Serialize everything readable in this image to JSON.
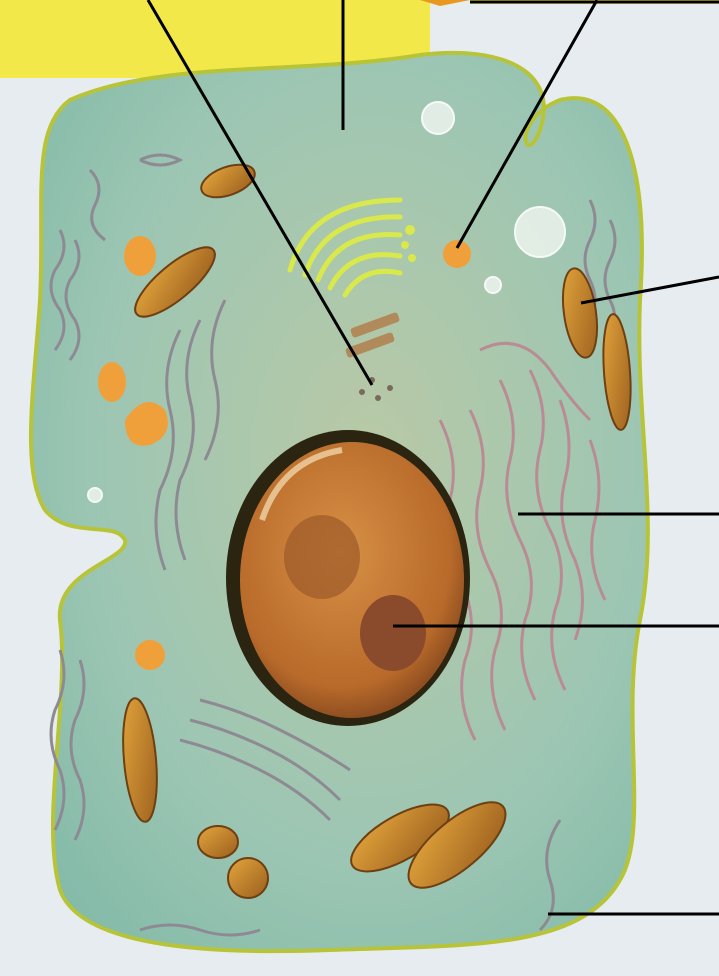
{
  "diagram": {
    "subject": "animal cell",
    "colors": {
      "background": "#e7ecf1",
      "top_banner": "#f3e84a",
      "banner_accent": "#e8981f",
      "cytoplasm": "#8fc2b0",
      "cell_membrane": "#b8c437",
      "nucleus": "#c7762e",
      "nucleolus": "#8a4a2c",
      "mitochondria": "#c9892c",
      "golgi": "#d9e84a",
      "vesicle": "#f0a03a",
      "er": "#8e8a94",
      "leader_lines": "#000000"
    },
    "pointer_lines": [
      {
        "target": "centrioles"
      },
      {
        "target": "cytoplasm"
      },
      {
        "target": "lysosome"
      },
      {
        "target": "mitochondrion"
      },
      {
        "target": "endoplasmic-reticulum"
      },
      {
        "target": "nucleolus"
      },
      {
        "target": "cell-membrane"
      }
    ],
    "labels": []
  }
}
